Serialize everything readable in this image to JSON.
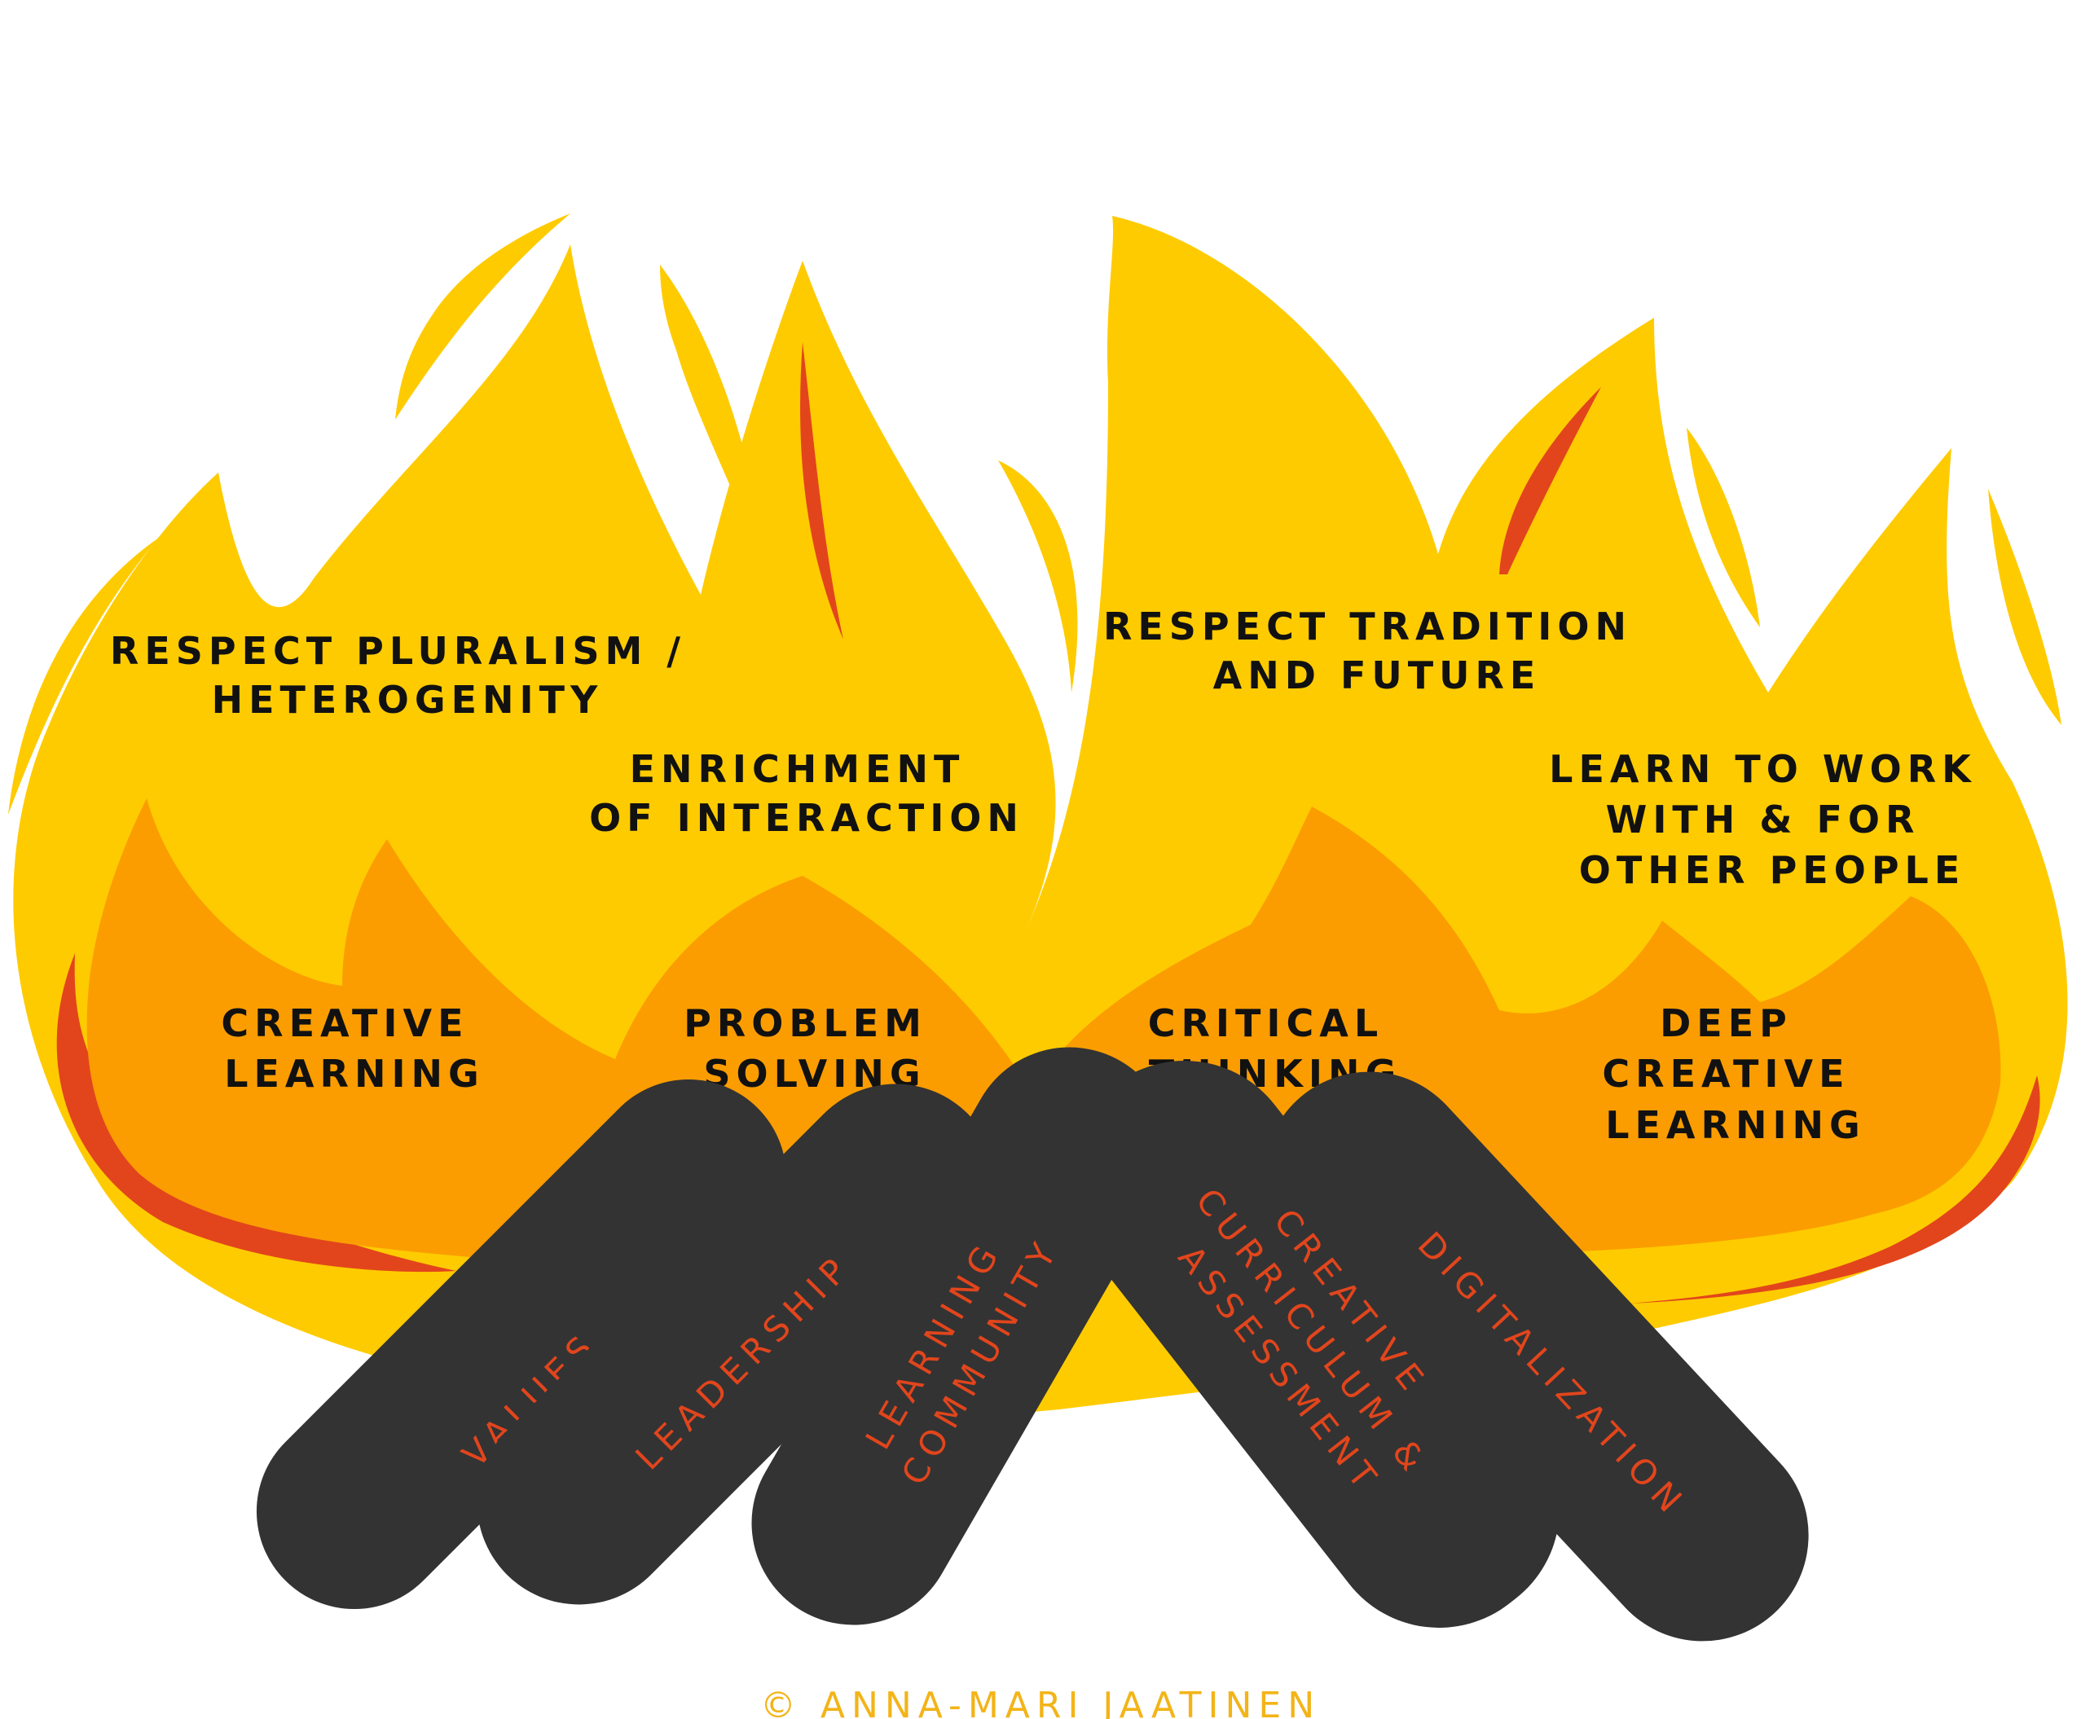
{
  "flame_labels": {
    "respect_pluralism": [
      "RESPECT PLURALISM /",
      "HETEROGENITY"
    ],
    "enrichment": [
      "ENRICHMENT",
      "OF INTERACTION"
    ],
    "respect_tradition": [
      "RESPECT TRADITION",
      "AND FUTURE"
    ],
    "learn_to_work": [
      "LEARN TO WORK",
      "WITH & FOR",
      "OTHER PEOPLE"
    ]
  },
  "inner_labels": {
    "creative_learning": [
      "CREATIVE",
      "LEARNING"
    ],
    "problem_solving": [
      "PROBLEM",
      "SOLVING"
    ],
    "critical_thinking": [
      "CRITICAL",
      "THINKING"
    ],
    "deep_creative_learning": [
      "DEEP",
      "CREATIVE",
      "LEARNING"
    ]
  },
  "logs": {
    "values": [
      "VALUES"
    ],
    "leadership": [
      "LEADERSHIP"
    ],
    "learning_community": [
      "LEARNING",
      "COMMUNITY"
    ],
    "curriculum": [
      "CREATIVE",
      "CURRICULUM &",
      "ASSESSMENT"
    ],
    "digitalization": [
      "DIGITALIZATION"
    ]
  },
  "credit": "© ANNA-MARI JAATINEN",
  "colors": {
    "yellow": "#fecb00",
    "orange": "#fb9d00",
    "red": "#e2451c",
    "log": "#333333",
    "credit": "#f3b418"
  }
}
